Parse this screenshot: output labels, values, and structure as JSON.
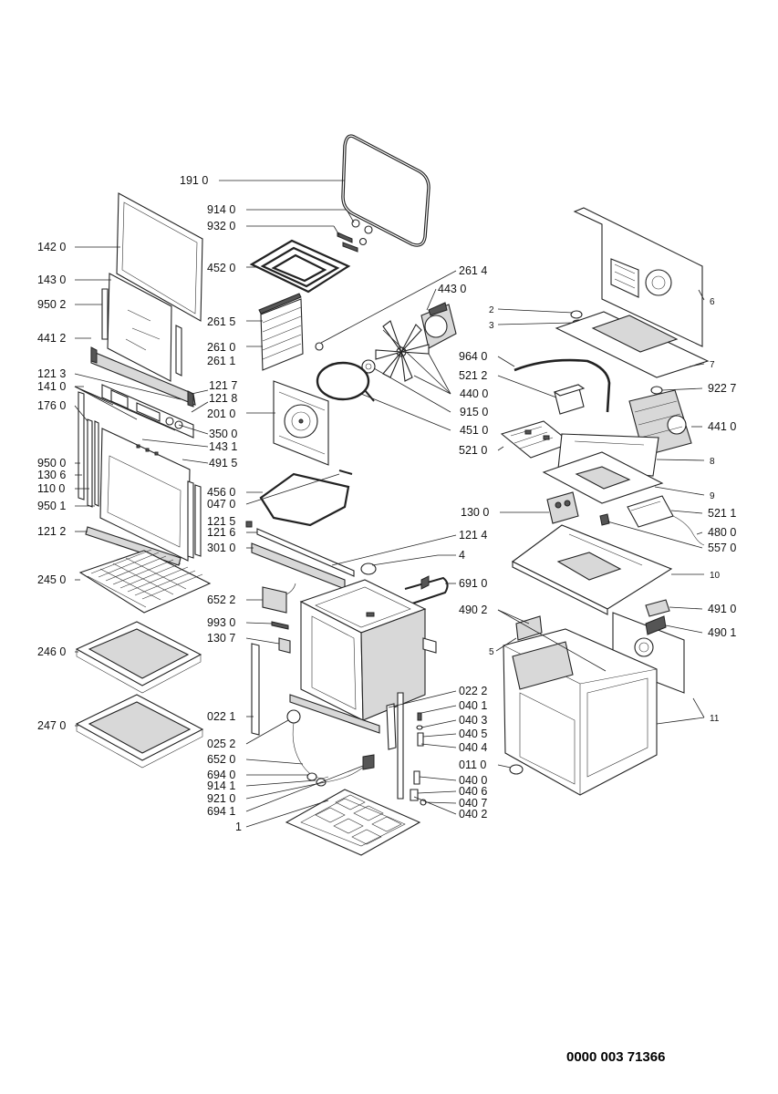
{
  "drawing_code": "0000 003 71366",
  "labels": {
    "l1910": "191 0",
    "l9140": "914 0",
    "l9320": "932 0",
    "l1420": "142 0",
    "l4520": "452 0",
    "l1430": "143 0",
    "l2614": "261 4",
    "l9502": "950 2",
    "l4430": "443 0",
    "l2615": "261 5",
    "l4412": "441 2",
    "l2610": "261 0",
    "l2611": "261 1",
    "l1213": "121 3",
    "l1217": "121 7",
    "l1410": "141 0",
    "l1218": "121 8",
    "l1760": "176 0",
    "l2010": "201 0",
    "l4400": "440 0",
    "l9150": "915 0",
    "l4510": "451 0",
    "l3500": "350 0",
    "l1431": "143 1",
    "l4915": "491 5",
    "l9500": "950 0",
    "l1306": "130 6",
    "l1100": "110 0",
    "l9501": "950 1",
    "l4560": "456 0",
    "l0470": "047 0",
    "l1212": "121 2",
    "l1215": "121 5",
    "l1216": "121 6",
    "l1214": "121 4",
    "l3010": "301 0",
    "l2450": "245 0",
    "l4": "4",
    "l6910": "691 0",
    "l6522": "652 2",
    "l9930": "993 0",
    "l1307": "130 7",
    "l2460": "246 0",
    "l4902": "490 2",
    "l0222": "022 2",
    "l0401": "040 1",
    "l0221": "022 1",
    "l0403": "040 3",
    "l0405": "040 5",
    "l2470": "247 0",
    "l0252": "025 2",
    "l0404": "040 4",
    "l6520": "652 0",
    "l6940": "694 0",
    "l0110": "011 0",
    "l9141": "914 1",
    "l0400": "040 0",
    "l9210": "921 0",
    "l0406": "040 6",
    "l6941": "694 1",
    "l0407": "040 7",
    "l1": "1",
    "l0402": "040 2",
    "l2": "2",
    "l3": "3",
    "l6": "6",
    "l9640": "964 0",
    "l7": "7",
    "l5212": "521 2",
    "l9227": "922 7",
    "l4410": "441 0",
    "l5210": "521 0",
    "l8": "8",
    "l9": "9",
    "l1300": "130 0",
    "l5211": "521 1",
    "l4800": "480 0",
    "l5570": "557 0",
    "l10": "10",
    "l4910": "491 0",
    "l4901": "490 1",
    "l5": "5",
    "l11": "11"
  }
}
